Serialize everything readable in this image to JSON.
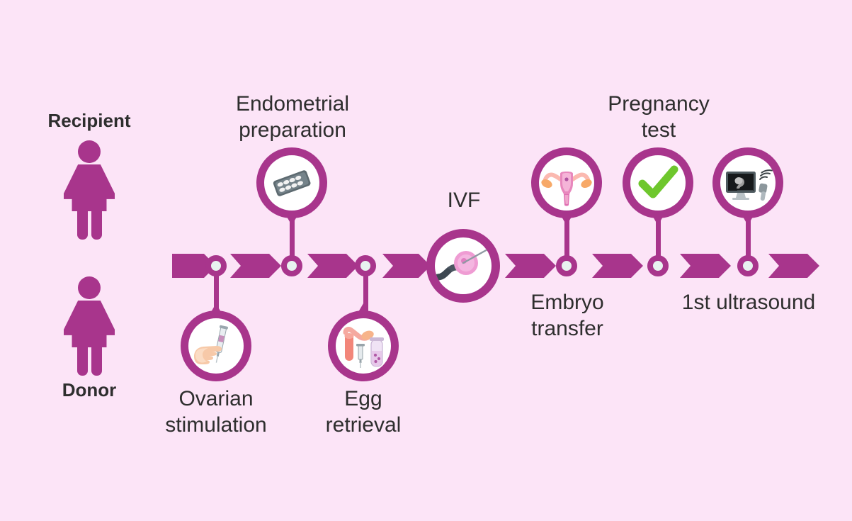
{
  "background_color": "#fce4f7",
  "accent_color": "#a8358c",
  "text_color": "#2e2e2e",
  "check_color": "#6ec72d",
  "actors": [
    {
      "id": "recipient",
      "label": "Recipient",
      "icon": "female-figure-icon"
    },
    {
      "id": "donor",
      "label": "Donor",
      "icon": "female-figure-icon"
    }
  ],
  "steps": [
    {
      "id": "endometrial-preparation",
      "label": "Endometrial\npreparation",
      "icon": "pill-blister-pack-icon",
      "lane": "recipient",
      "position": "above"
    },
    {
      "id": "ovarian-stimulation",
      "label": "Ovarian\nstimulation",
      "icon": "hand-holding-syringe-icon",
      "lane": "donor",
      "position": "below"
    },
    {
      "id": "egg-retrieval",
      "label": "Egg\nretrieval",
      "icon": "ovary-syringe-tube-icon",
      "lane": "donor",
      "position": "below"
    },
    {
      "id": "ivf",
      "label": "IVF",
      "icon": "icsi-oocyte-micropipette-icon",
      "lane": "center",
      "position": "above"
    },
    {
      "id": "embryo-transfer",
      "label": "Embryo\ntransfer",
      "icon": "uterus-icon",
      "lane": "recipient",
      "position": "above"
    },
    {
      "id": "pregnancy-test",
      "label": "Pregnancy\ntest",
      "icon": "green-checkmark-icon",
      "lane": "recipient",
      "position": "above"
    },
    {
      "id": "first-ultrasound",
      "label": "1st ultrasound",
      "icon": "ultrasound-monitor-probe-icon",
      "lane": "recipient",
      "position": "above"
    }
  ]
}
